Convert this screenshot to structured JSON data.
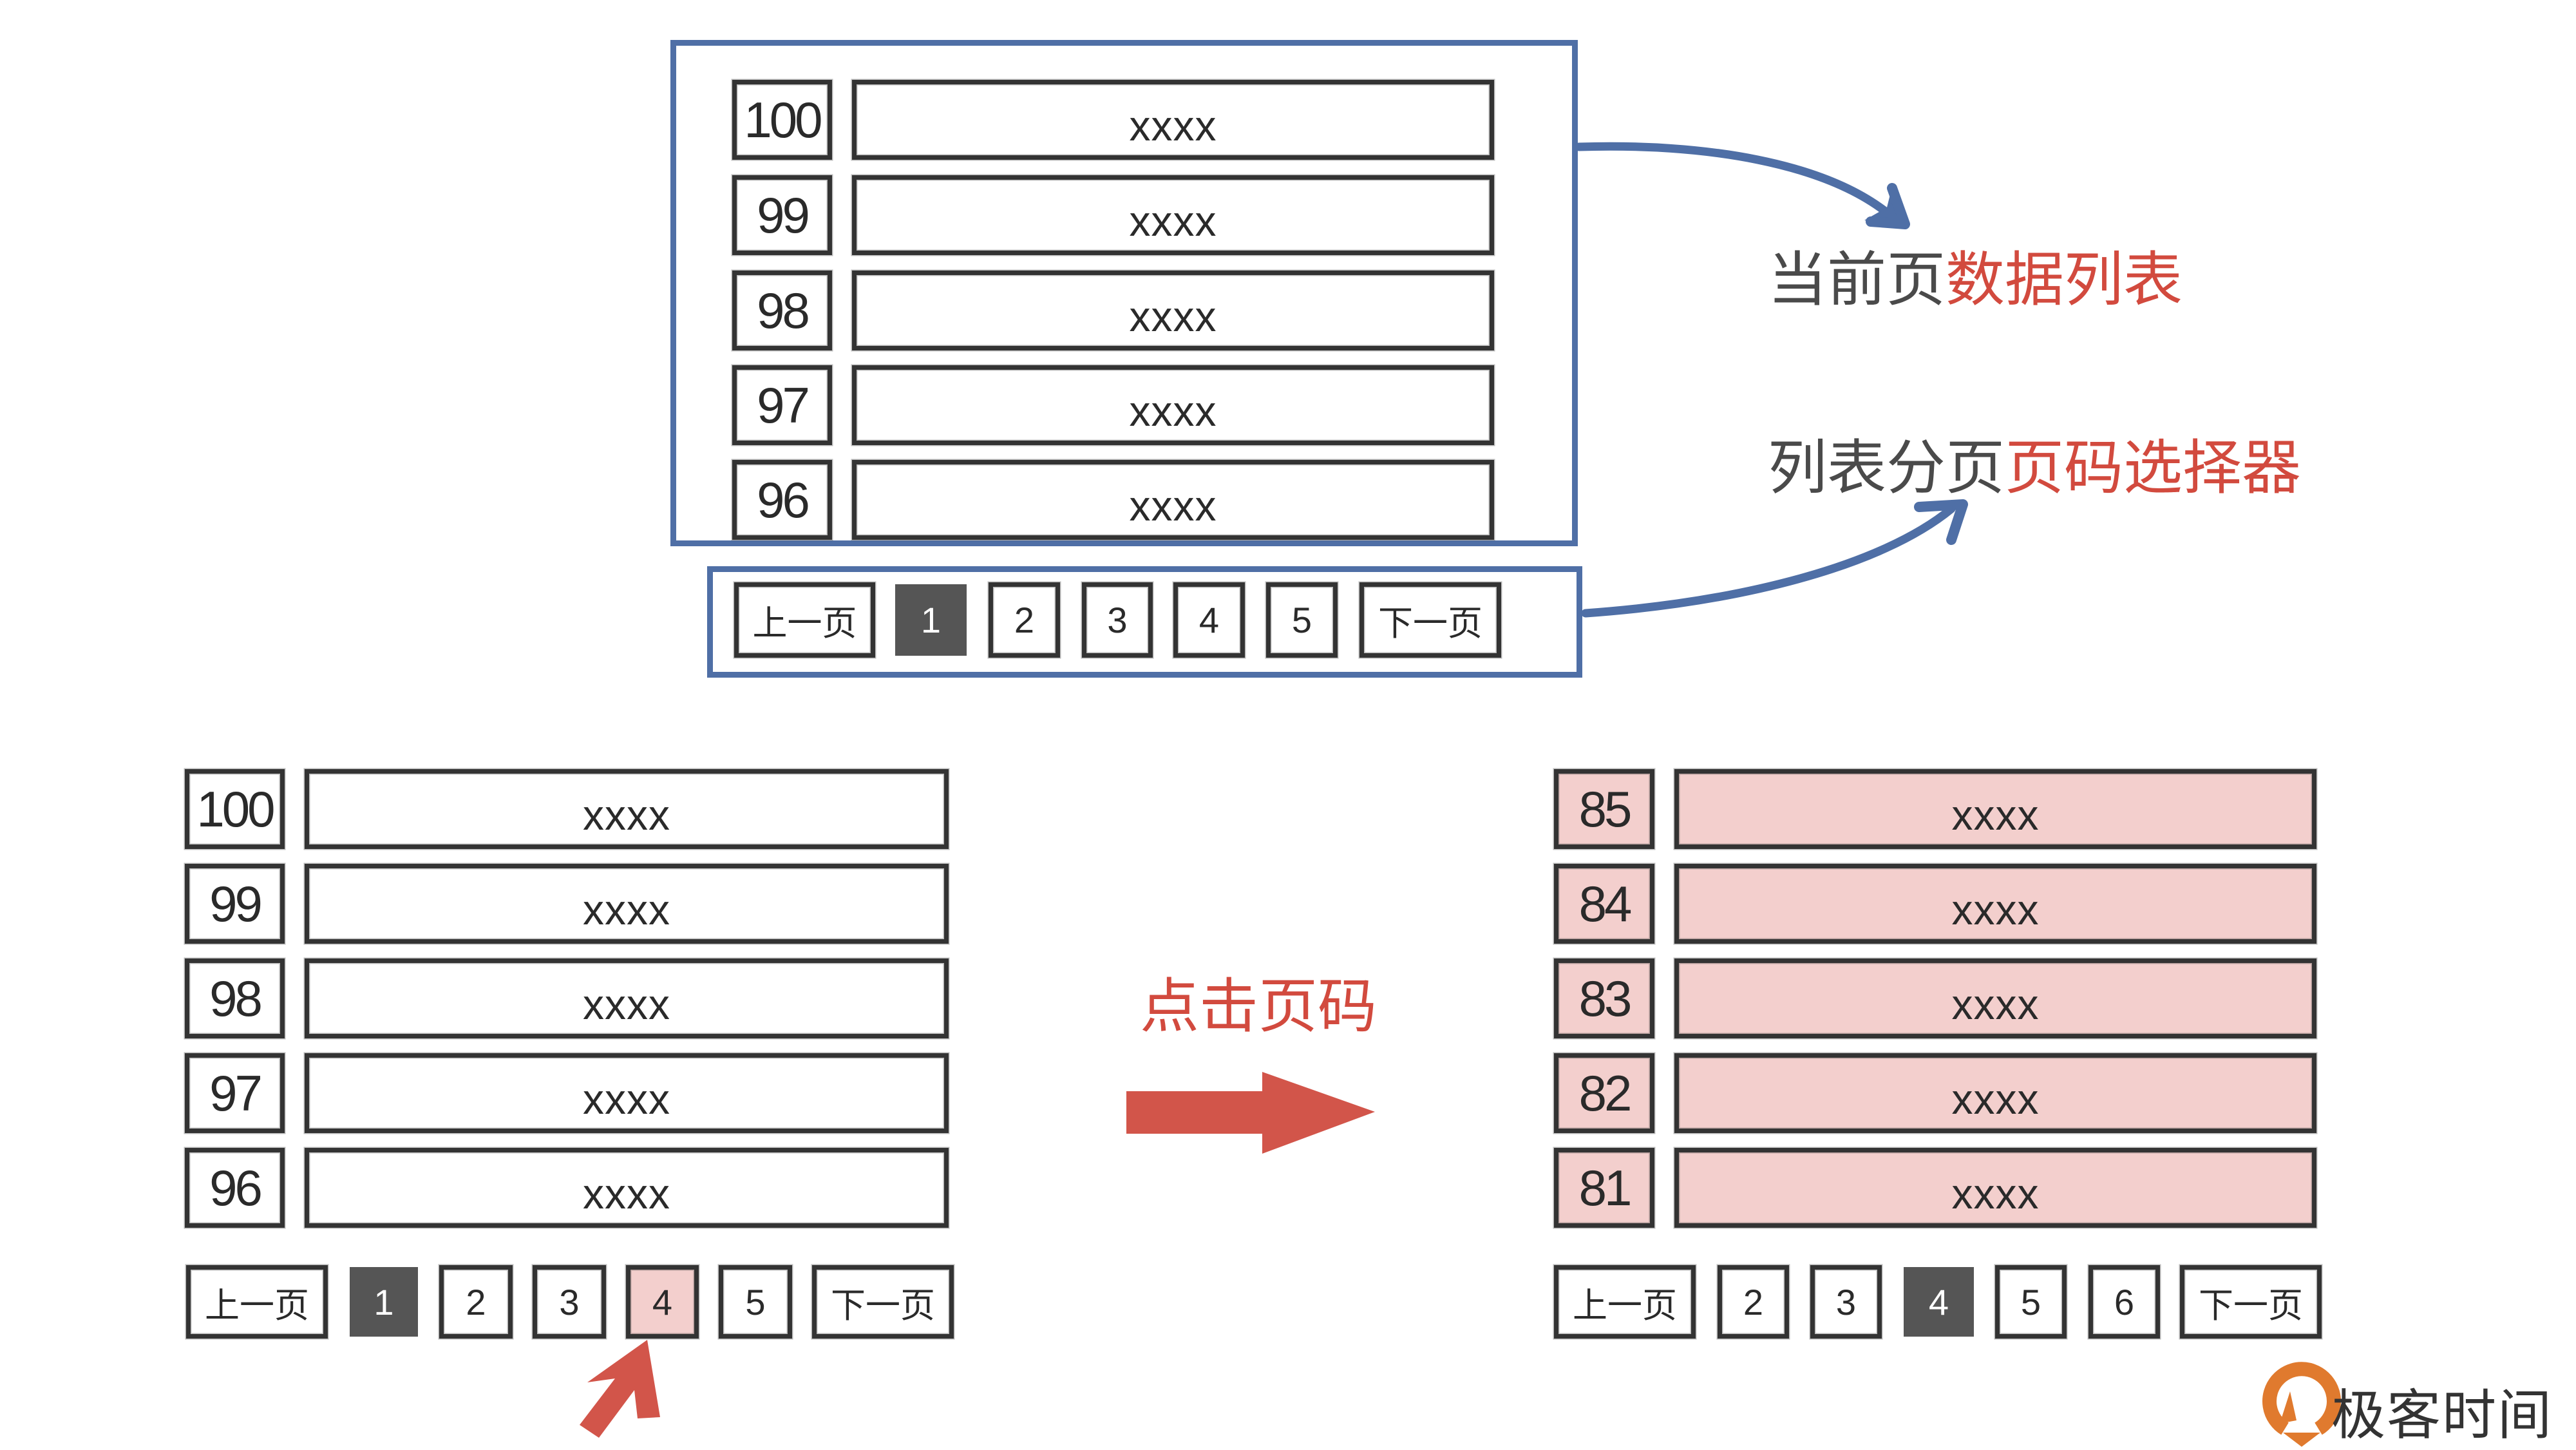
{
  "top_panel": {
    "rows": [
      {
        "id": "100",
        "content": "xxxx"
      },
      {
        "id": "99",
        "content": "xxxx"
      },
      {
        "id": "98",
        "content": "xxxx"
      },
      {
        "id": "97",
        "content": "xxxx"
      },
      {
        "id": "96",
        "content": "xxxx"
      }
    ],
    "pagination": {
      "prev": "上一页",
      "pages": [
        "1",
        "2",
        "3",
        "4",
        "5"
      ],
      "active": "1",
      "next": "下一页"
    }
  },
  "annotations": {
    "data_list": {
      "gray": "当前页",
      "red": "数据列表"
    },
    "page_selector": {
      "gray": "列表分页",
      "red": "页码选择器"
    }
  },
  "action_label": "点击页码",
  "before_panel": {
    "rows": [
      {
        "id": "100",
        "content": "xxxx"
      },
      {
        "id": "99",
        "content": "xxxx"
      },
      {
        "id": "98",
        "content": "xxxx"
      },
      {
        "id": "97",
        "content": "xxxx"
      },
      {
        "id": "96",
        "content": "xxxx"
      }
    ],
    "pagination": {
      "prev": "上一页",
      "pages": [
        "1",
        "2",
        "3",
        "4",
        "5"
      ],
      "active": "1",
      "clicked": "4",
      "next": "下一页"
    }
  },
  "after_panel": {
    "rows": [
      {
        "id": "85",
        "content": "xxxx"
      },
      {
        "id": "84",
        "content": "xxxx"
      },
      {
        "id": "83",
        "content": "xxxx"
      },
      {
        "id": "82",
        "content": "xxxx"
      },
      {
        "id": "81",
        "content": "xxxx"
      }
    ],
    "pagination": {
      "prev": "上一页",
      "pages": [
        "2",
        "3",
        "4",
        "5",
        "6"
      ],
      "active": "4",
      "next": "下一页"
    }
  },
  "brand": {
    "name": "极客时间"
  },
  "colors": {
    "frame_blue": "#4f6fa6",
    "accent_red": "#d24a3e",
    "highlight_pink": "#f3cfcd",
    "active_page": "#555555",
    "text_gray": "#4a4a4a",
    "logo_orange": "#e07a2e"
  }
}
